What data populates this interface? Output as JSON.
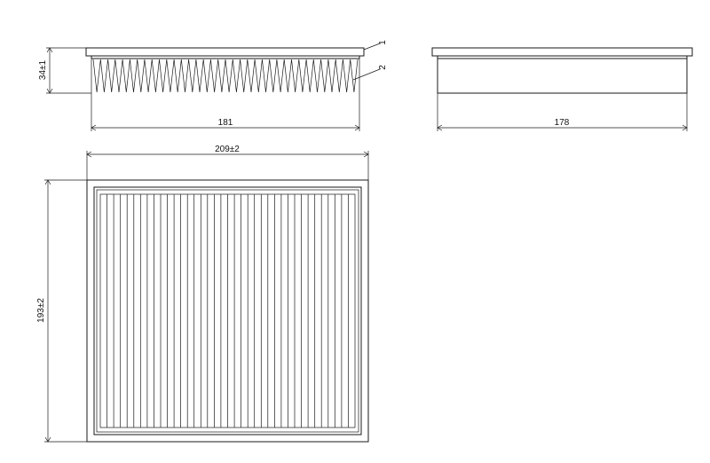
{
  "dimensions": {
    "side_width": "181",
    "side_height": "34±1",
    "end_width": "178",
    "top_width": "209±2",
    "top_height": "193±2"
  },
  "callouts": {
    "frame": "1",
    "media": "2"
  },
  "pleats": {
    "side_count": 36,
    "top_count": 38
  },
  "colors": {
    "line": "#1a1a1a",
    "background": "#ffffff"
  }
}
